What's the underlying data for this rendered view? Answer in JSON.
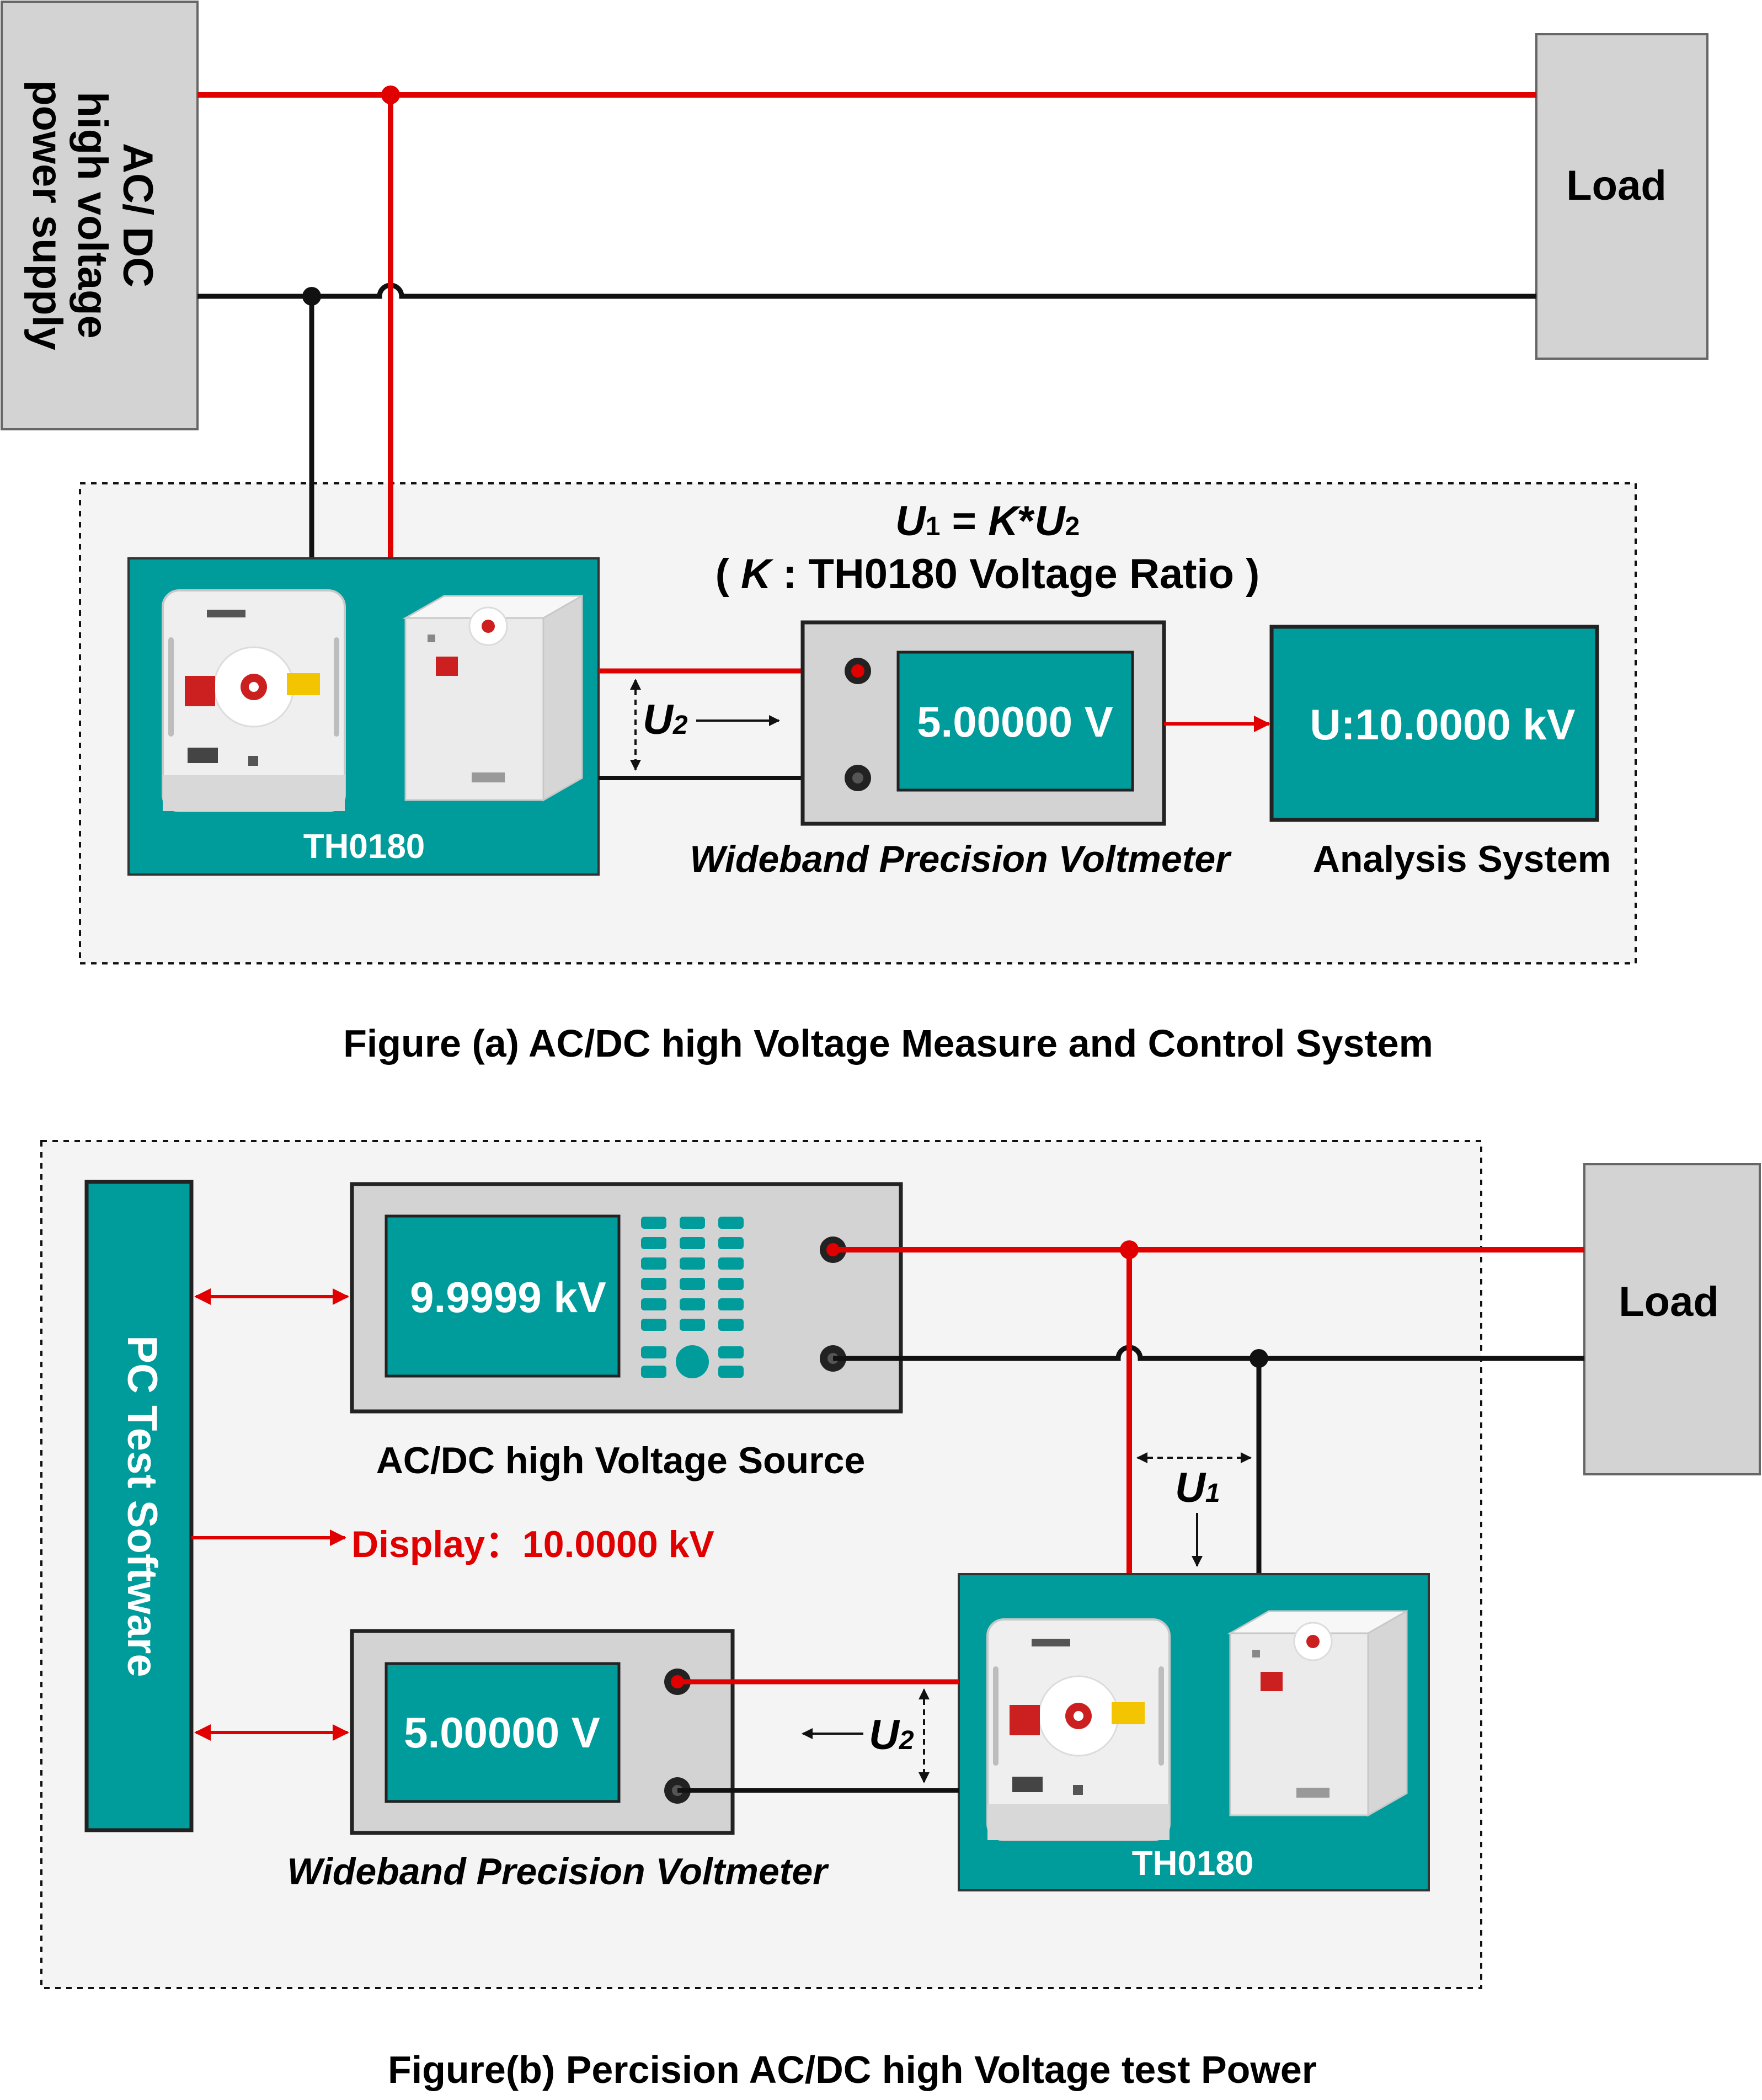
{
  "figure_a": {
    "supply_label_lines": [
      "AC/ DC",
      "high voltage",
      "power supply"
    ],
    "load_label": "Load",
    "formula_line1": {
      "u1": "U",
      "u1_sub": "1",
      "middle": " = ",
      "k": "K",
      "star": "*",
      "u2": "U",
      "u2_sub": "2"
    },
    "formula_line2": {
      "open": "( ",
      "k": "K",
      "rest": " : TH0180 Voltage Ratio )"
    },
    "th0180_label": "TH0180",
    "u2_label": {
      "u": "U",
      "sub": "2"
    },
    "voltmeter_display": "5.00000 V",
    "voltmeter_label": "Wideband Precision Voltmeter",
    "analysis_display": "U:10.0000 kV",
    "analysis_label": "Analysis System",
    "caption": "Figure (a)  AC/DC high Voltage Measure and Control System"
  },
  "figure_b": {
    "pc_software_label": "PC Test Software",
    "source_display": "9.9999 kV",
    "source_label": "AC/DC high Voltage Source",
    "display_text": "Display：10.0000 kV",
    "voltmeter_display": "5.00000 V",
    "voltmeter_label": "Wideband Precision Voltmeter",
    "load_label": "Load",
    "u1_label": {
      "u": "U",
      "sub": "1"
    },
    "u2_label": {
      "u": "U",
      "sub": "2"
    },
    "th0180_label": "TH0180",
    "caption": "Figure(b) Percision AC/DC high Voltage test Power"
  },
  "colors": {
    "teal": "#009b9b",
    "wire_red": "#e00000",
    "wire_black": "#111111",
    "box_gray": "#d3d3d3",
    "panel_bg": "#f4f4f4",
    "device_white": "#eeeeee"
  }
}
